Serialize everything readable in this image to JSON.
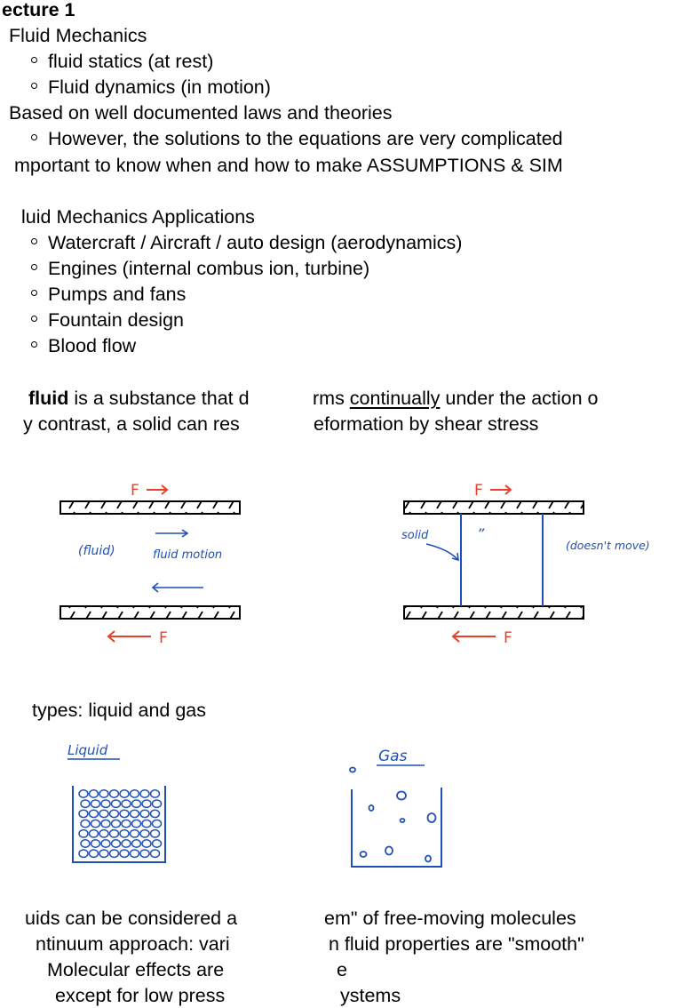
{
  "heading": "ecture 1",
  "section1": {
    "title": "Fluid Mechanics",
    "bullets": [
      "fluid statics (at rest)",
      "Fluid dynamics (in motion)"
    ]
  },
  "section2": {
    "title": "Based on well documented laws and theories",
    "bullets": [
      "However, the solutions to the equations are very complicated"
    ],
    "note": "mportant to know when and how to make ASSUMPTIONS & SIM"
  },
  "section3": {
    "title": "luid Mechanics Applications",
    "bullets": [
      "Watercraft / Aircraft / auto design (aerodynamics)",
      "Engines (internal combus ion, turbine)",
      "Pumps and fans",
      "Fountain design",
      "Blood flow"
    ]
  },
  "definition": {
    "line1_bold": "fluid",
    "line1_a": " is a substance that d",
    "line1_b": "rms ",
    "line1_underlined": "continually",
    "line1_c": " under the action o",
    "line2_a": "y contrast, a solid can res",
    "line2_b": "eformation by shear stress"
  },
  "sketch_fluid": {
    "force_top": "F",
    "force_bottom": "F",
    "label_fluid": "(fluid)",
    "label_motion": "fluid motion"
  },
  "sketch_solid": {
    "force_top": "F",
    "force_bottom": "F",
    "label_solid": "solid",
    "label_ditto": "”",
    "label_doesnt_move": "(doesn't move)"
  },
  "types_line": "types: liquid and gas",
  "sketch_liquid": {
    "label": "Liquid"
  },
  "sketch_gas": {
    "label": "Gas"
  },
  "bottom": {
    "left": [
      "uids can be considered a",
      "ntinuum approach: vari",
      "Molecular effects are",
      "except for low press"
    ],
    "right": [
      "em\" of free-moving molecules",
      "n fluid properties are \"smooth\"",
      "e",
      "ystems"
    ]
  },
  "colors": {
    "ink_blue": "#1f4fb8",
    "ink_red": "#e8402a"
  }
}
